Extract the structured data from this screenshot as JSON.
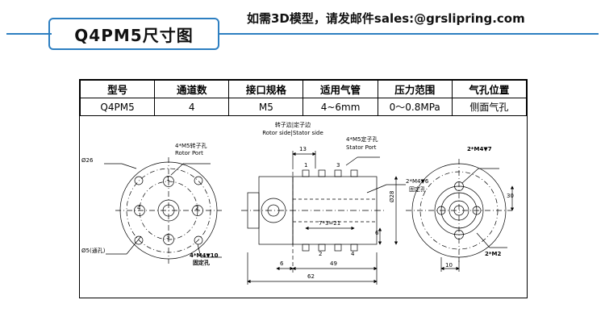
{
  "header": {
    "title": "Q4PM5尺寸图",
    "note": "如需3D模型，请发邮件sales:@grslipring.com",
    "accent_color": "#2d7fc1"
  },
  "spec_table": {
    "headers": [
      "型号",
      "通道数",
      "接口规格",
      "适用气管",
      "压力范围",
      "气孔位置"
    ],
    "rows": [
      [
        "Q4PM5",
        "4",
        "M5",
        "4~6mm",
        "0～0.8MPa",
        "侧面气孔"
      ]
    ]
  },
  "drawing": {
    "left_view": {
      "callout_rotor_holes_cn": "4*M5转子孔",
      "callout_rotor_holes_en": "Rotor Port",
      "callout_bottom_cn": "4*M4▼10",
      "callout_bottom_cn2": "固定孔",
      "dim_outer": "Ø26",
      "dim_thru": "Ø5(通孔)",
      "port_numbers": [
        "1",
        "2",
        "3",
        "4"
      ]
    },
    "middle_view": {
      "top_label_cn": "转子边|定子边",
      "top_label_en": "Rotor side|Stator side",
      "callout_stator_cn": "4*M5定子孔",
      "callout_stator_en": "Stator Port",
      "callout_fix_cn": "2*M4▼6",
      "callout_fix_cn2": "固定孔",
      "dim_13": "13",
      "dim_pitch": "7*3=21",
      "dim_6a": "6",
      "dim_6b": "6",
      "dim_49": "49",
      "dim_62": "62",
      "dim_side": "Ø28",
      "port_numbers": [
        "1",
        "2",
        "3",
        "4"
      ]
    },
    "right_view": {
      "callout_top": "2*M4▼7",
      "callout_bottom": "2*M2",
      "dim_30": "30",
      "dim_10": "10"
    }
  }
}
